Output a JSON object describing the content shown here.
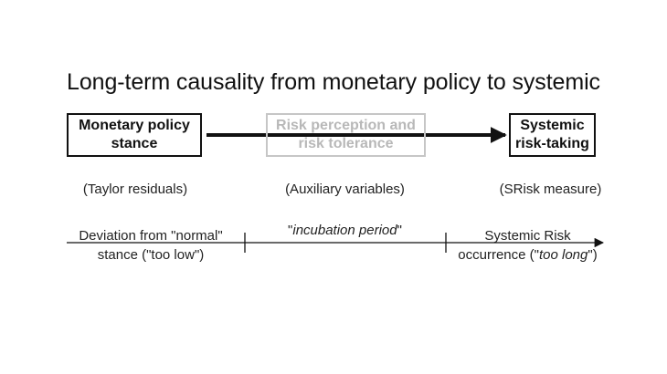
{
  "title": "Long-term causality from monetary policy to systemic",
  "boxes": [
    {
      "line1": "Monetary policy",
      "line2": "stance",
      "subtitle": "(Taylor residuals)"
    },
    {
      "line1": "Risk perception and",
      "line2": "risk tolerance",
      "subtitle": "(Auxiliary variables)"
    },
    {
      "line1": "Systemic",
      "line2": "risk-taking",
      "subtitle": "(SRisk measure)"
    }
  ],
  "timeline": {
    "left_line1": "Deviation from \"normal\"",
    "left_line2": "stance (\"too low\")",
    "middle_quote_open": "\"",
    "middle_italic": "incubation period",
    "middle_quote_close": "\"",
    "right_line1": "Systemic Risk",
    "right_line2_prefix": "occurrence (\"",
    "right_line2_italic": "too long",
    "right_line2_suffix": "\")"
  },
  "colors": {
    "main": "#111111",
    "faded_text": "#b8b8b8",
    "faded_border": "#c6c6c6"
  }
}
